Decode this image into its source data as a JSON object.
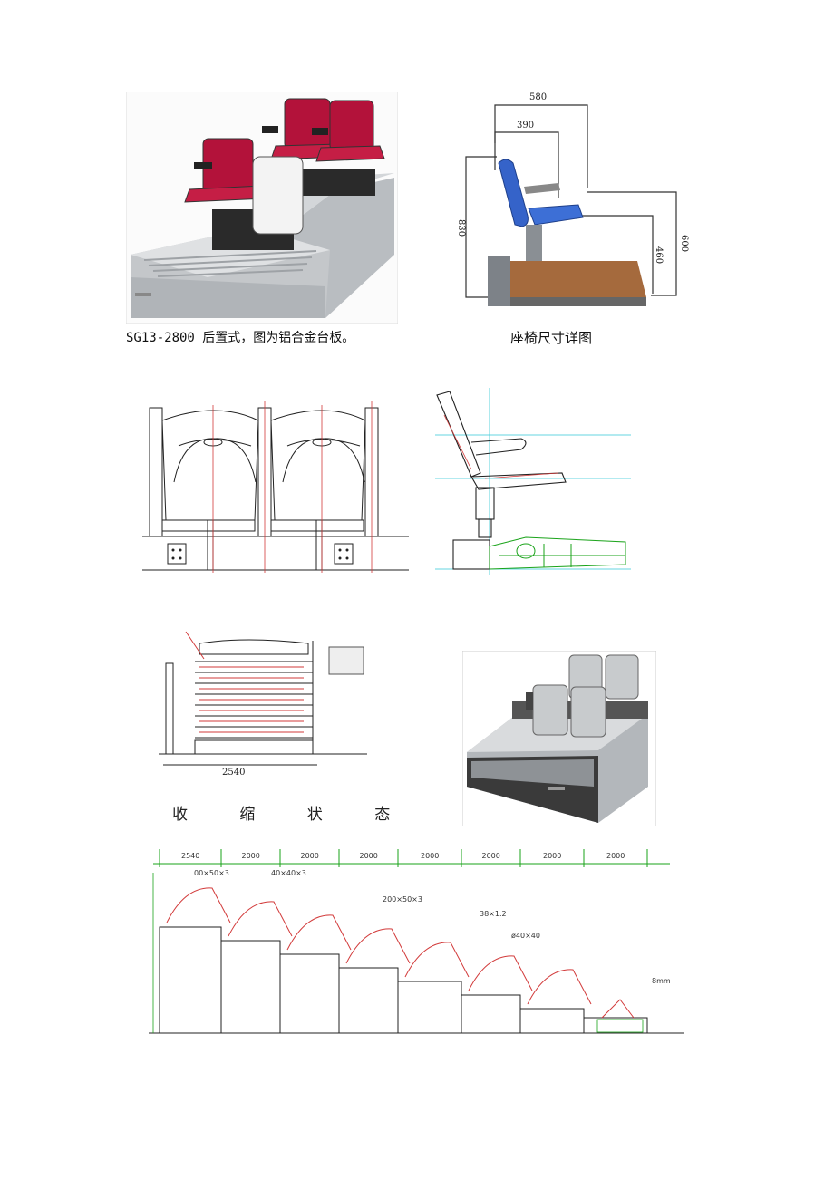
{
  "captions": {
    "photo_caption": "SG13-2800 后置式，图为铝合金台板。",
    "dimension_caption": "座椅尺寸详图",
    "retracted_caption": "收 缩 状 态"
  },
  "seat_dimensions": {
    "top_width": "580",
    "seat_depth": "390",
    "back_height": "830",
    "right_height": "600",
    "seat_height": "460"
  },
  "retracted_width": "2540",
  "section_spans": [
    "2540",
    "2000",
    "2000",
    "2000",
    "2000",
    "2000",
    "2000",
    "2000"
  ],
  "section_annotations": {
    "beam1": "00×50×3",
    "beam2": "40×40×3",
    "beam3": "200×50×3",
    "beam4": "38×1.2",
    "beam5": "ø40×40",
    "end_label": "8mm"
  },
  "colors": {
    "seat_red": "#b3123a",
    "seat_blue": "#3563c9",
    "seat_grey": "#c8cbcd",
    "platform_grey": "#a9adb1",
    "cad_green": "#1aa31a",
    "cad_red": "#d23a3a",
    "cad_cyan": "#33c9d6"
  }
}
